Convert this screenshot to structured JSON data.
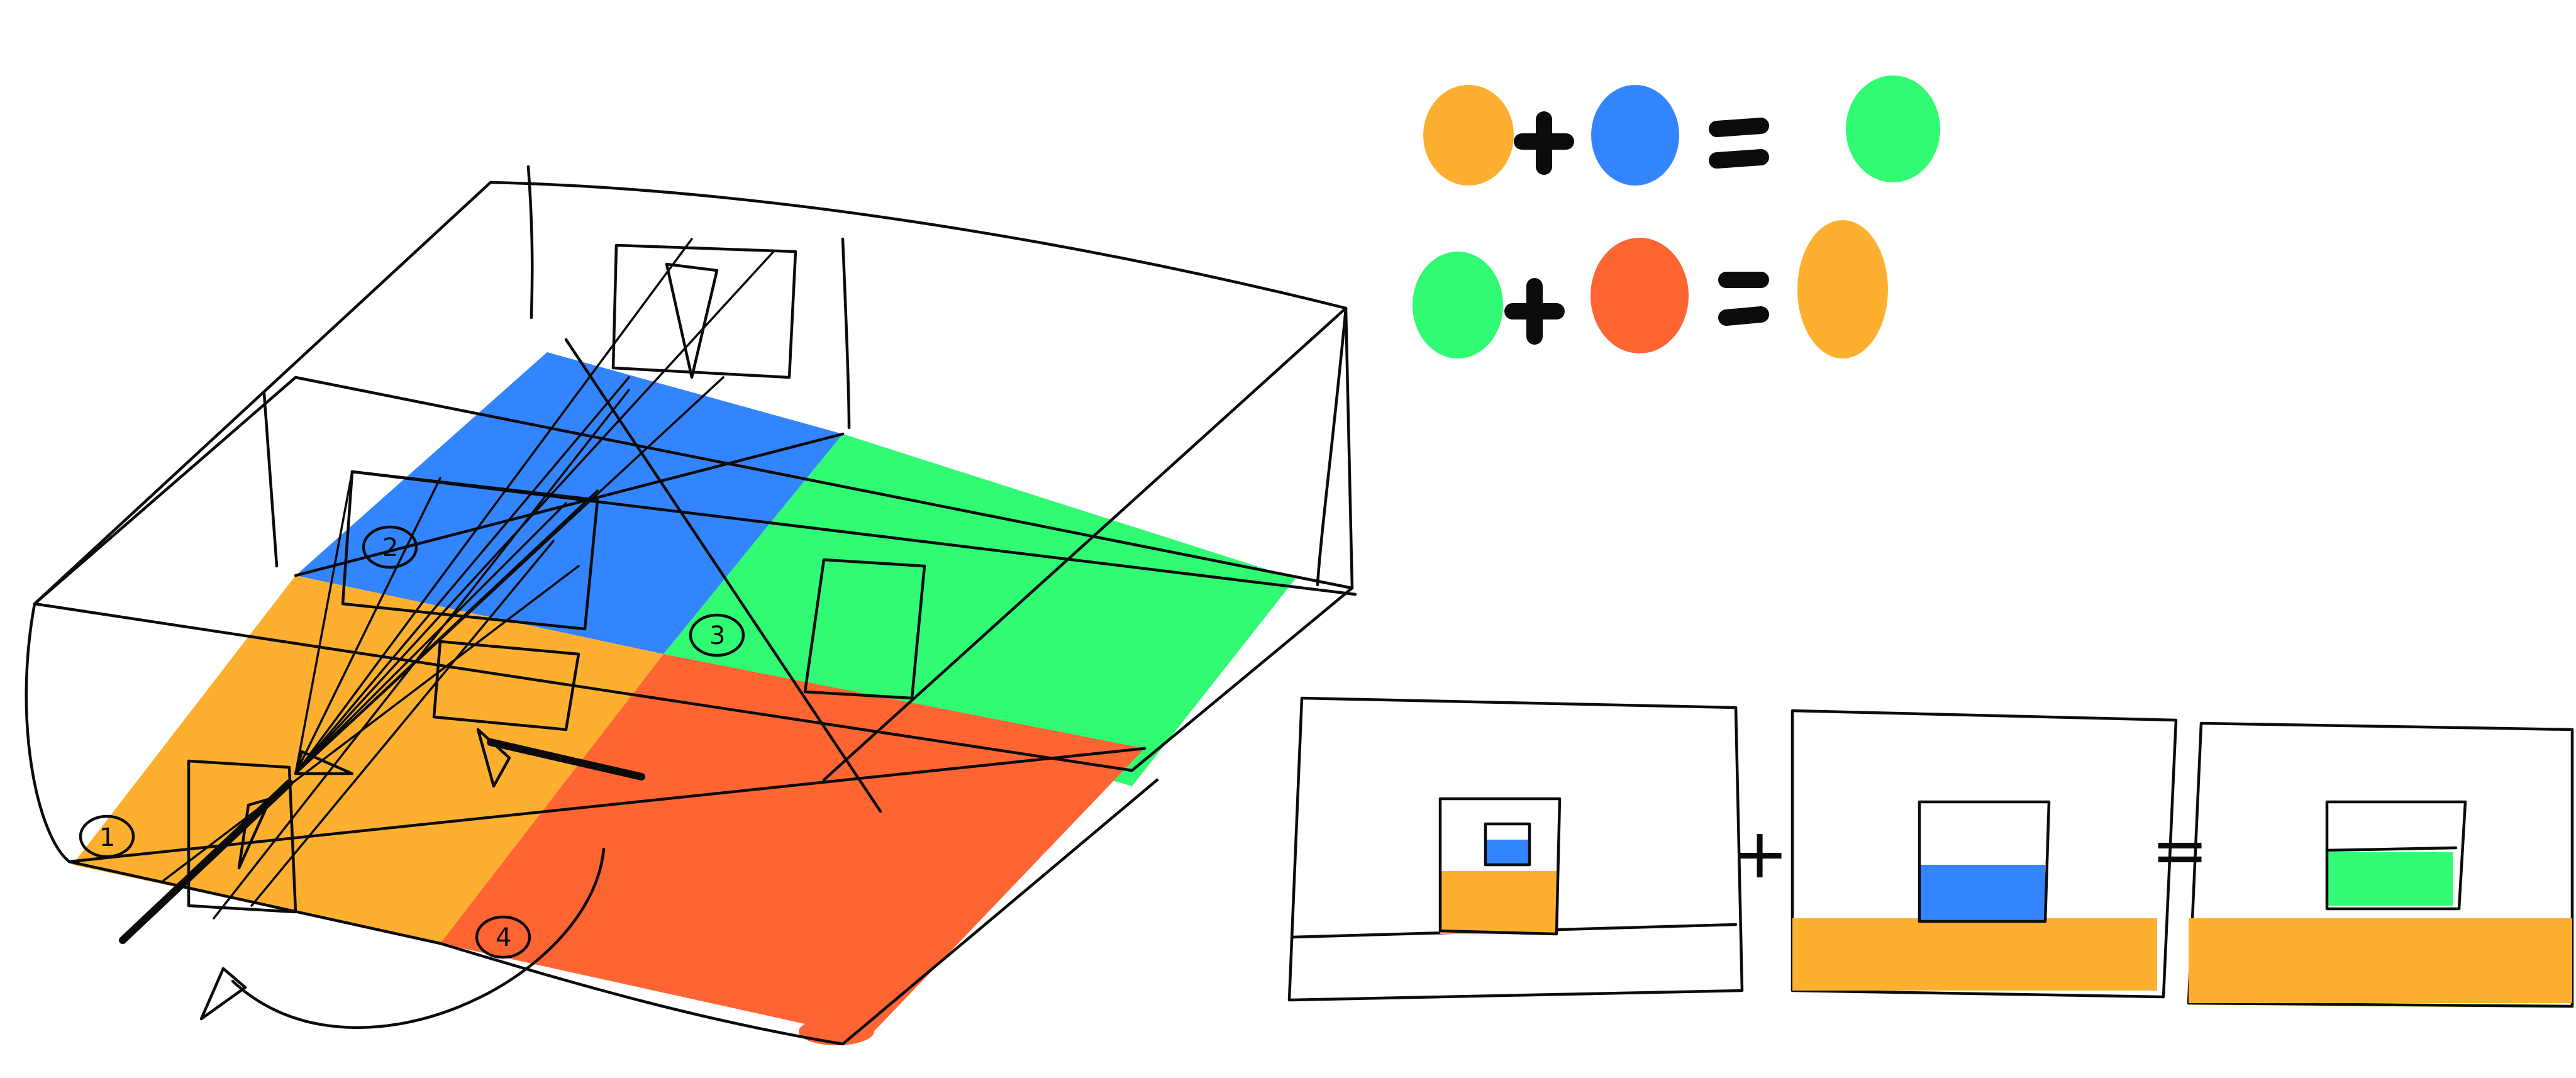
{
  "colors": {
    "orange": "#fdb02f",
    "blue": "#3385ff",
    "green": "#30fb73",
    "red": "#ff6533",
    "ink": "#0b0b0b",
    "background": "#ffffff"
  },
  "floor_quadrants": [
    {
      "label": "1",
      "color": "orange"
    },
    {
      "label": "2",
      "color": "blue"
    },
    {
      "label": "3",
      "color": "green"
    },
    {
      "label": "4",
      "color": "red"
    }
  ],
  "color_equations": [
    {
      "left": "orange",
      "op": "+",
      "right": "blue",
      "equals": "=",
      "result": "green"
    },
    {
      "left": "green",
      "op": "+",
      "right": "red",
      "equals": "=",
      "result": "orange"
    }
  ],
  "panel_operators": {
    "plus": "+",
    "equals": "="
  },
  "panels": [
    {
      "floor_color": "orange",
      "window_fill_color": "blue"
    },
    {
      "floor_color": "orange",
      "window_fill_color": "blue"
    },
    {
      "floor_color": "orange",
      "window_fill_color": "green"
    }
  ]
}
